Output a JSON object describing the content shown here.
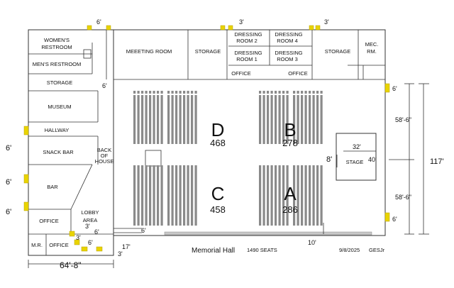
{
  "rooms": {
    "womens_restroom": [
      "WOMEN'S",
      "RESTROOM"
    ],
    "mens_restroom": "MEN'S RESTROOM",
    "storage_left": "STORAGE",
    "museum": "MUSEUM",
    "hallway": "HALLWAY",
    "snack_bar": "SNACK BAR",
    "back_of_house": [
      "BACK",
      "OF",
      "HOUSE"
    ],
    "bar": "BAR",
    "office_left": "OFFICE",
    "lobby_area": [
      "LOBBY",
      "AREA"
    ],
    "mr": "M.R.",
    "office_bottom": "OFFICE",
    "meeting_room": "MEEETING ROOM",
    "storage_top": "STORAGE",
    "dressing_room_2": [
      "DRESSING",
      "ROOM 2"
    ],
    "dressing_room_4": [
      "DRESSING",
      "ROOM 4"
    ],
    "dressing_room_1": [
      "DRESSING",
      "ROOM 1"
    ],
    "dressing_room_3": [
      "DRESSING",
      "ROOM 3"
    ],
    "office_backstage_1": "OFFICE",
    "office_backstage_2": "OFFICE",
    "storage_right": "STORAGE",
    "mech_room": [
      "MEC.",
      "RM."
    ],
    "stage": "STAGE"
  },
  "sections": [
    {
      "letter": "D",
      "seats": "468"
    },
    {
      "letter": "B",
      "seats": "278"
    },
    {
      "letter": "C",
      "seats": "458"
    },
    {
      "letter": "A",
      "seats": "286"
    }
  ],
  "dimensions": {
    "top_left_door": "6'",
    "top_mid_door": "3'",
    "top_right_door": "3'",
    "meeting_door": "6'",
    "left_door_1": "6'",
    "left_door_2": "6'",
    "left_door_3": "6'",
    "right_door_top": "6'",
    "right_door_bottom": "6'",
    "upper_half": "58'-6\"",
    "lower_half": "58'-6\"",
    "total_depth": "117'",
    "stage_width": "32'",
    "stage_depth": "40'",
    "stage_gap": "8'",
    "lobby_door": "6'",
    "lobby_small_1": "3'",
    "lobby_small_2": "6'",
    "lobby_small_3": "3'",
    "bottom_17": "17'",
    "bottom_door": "6'",
    "bottom_right": "10'",
    "overall_width": "64'-8\""
  },
  "footer": {
    "title": "Memorial Hall",
    "seats": "1490 SEATS",
    "date": "9/8/2025",
    "author": "GESJr"
  },
  "colors": {
    "door": "#e9d400",
    "seat": "#8a8a8a",
    "line": "#333333"
  }
}
